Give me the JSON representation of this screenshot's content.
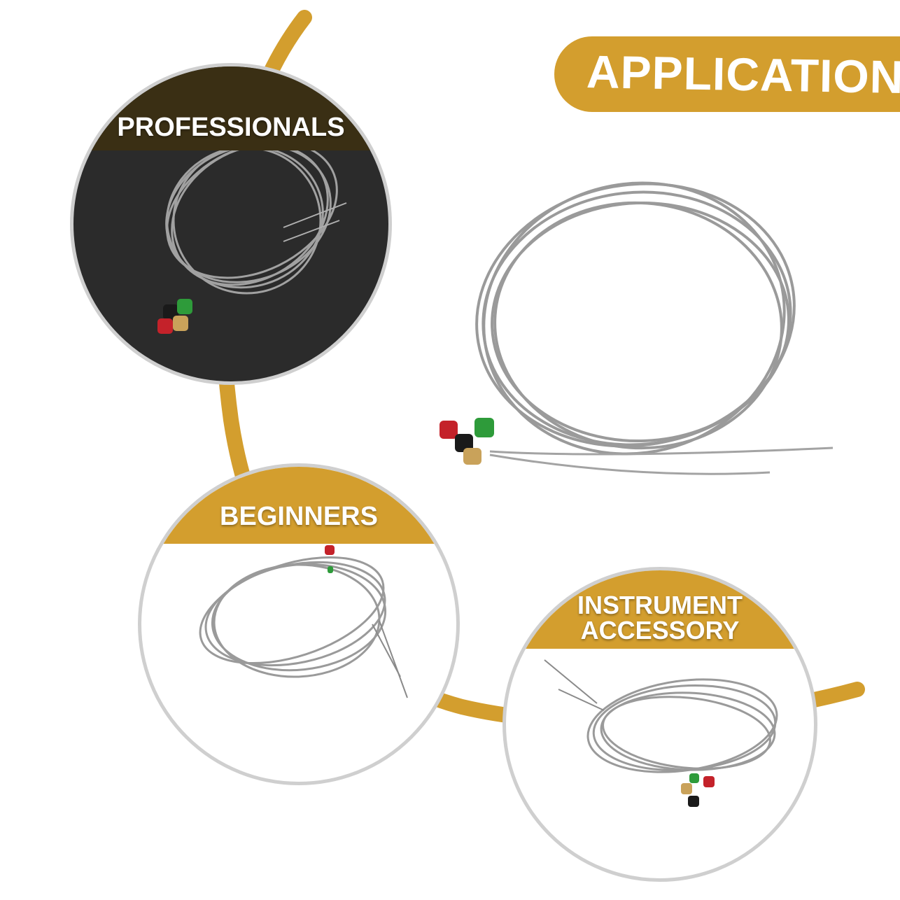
{
  "header": {
    "title": "APPLICATION"
  },
  "circles": {
    "professionals": {
      "label": "PROFESSIONALS"
    },
    "beginners": {
      "label": "BEGINNERS"
    },
    "instrument": {
      "label_line1": "INSTRUMENT",
      "label_line2": "ACCESSORY"
    }
  },
  "colors": {
    "accent": "#d39e2e",
    "dark_band": "#3a2f14",
    "dark_background": "#2b2b2b",
    "string_steel": "#9a9a9a",
    "ball_end_green": "#2e9b3a",
    "ball_end_red": "#c4222a",
    "ball_end_black": "#1a1a1a",
    "ball_end_brass": "#c9a25a"
  },
  "icons": [
    "coiled-string-icon",
    "ball-end-icon"
  ]
}
